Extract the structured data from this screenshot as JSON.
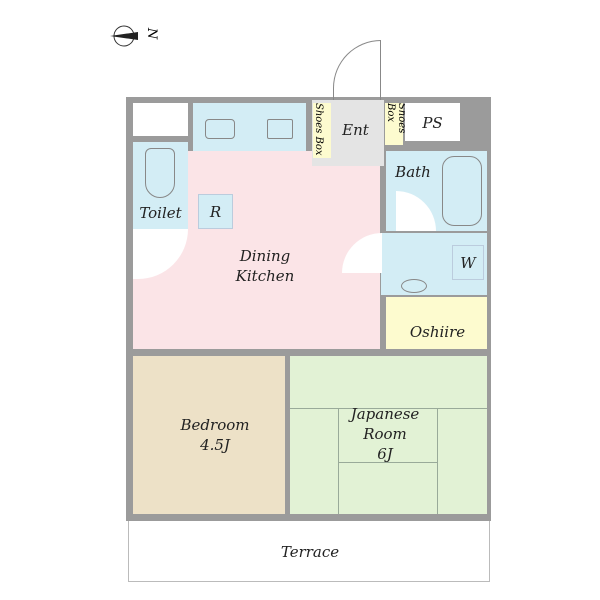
{
  "compass": {
    "label": "N"
  },
  "rooms": {
    "entrance": "Ent",
    "shoes_box_left": "Shoes Box",
    "shoes_box_right": "Shoes Box",
    "ps": "PS",
    "toilet": "Toilet",
    "refrigerator": "R",
    "bath": "Bath",
    "washer": "W",
    "dining_kitchen": "Dining\nKitchen",
    "oshiire": "Oshiire",
    "bedroom": "Bedroom\n4.5J",
    "japanese_room": "Japanese\nRoom\n6J",
    "terrace": "Terrace"
  },
  "colors": {
    "wall": "#9b9b9b",
    "dining": "#fbe4e7",
    "water": "#d3edf5",
    "bedroom": "#ede1c7",
    "japanese": "#e2f2d5",
    "storage": "#fdfbcf"
  }
}
